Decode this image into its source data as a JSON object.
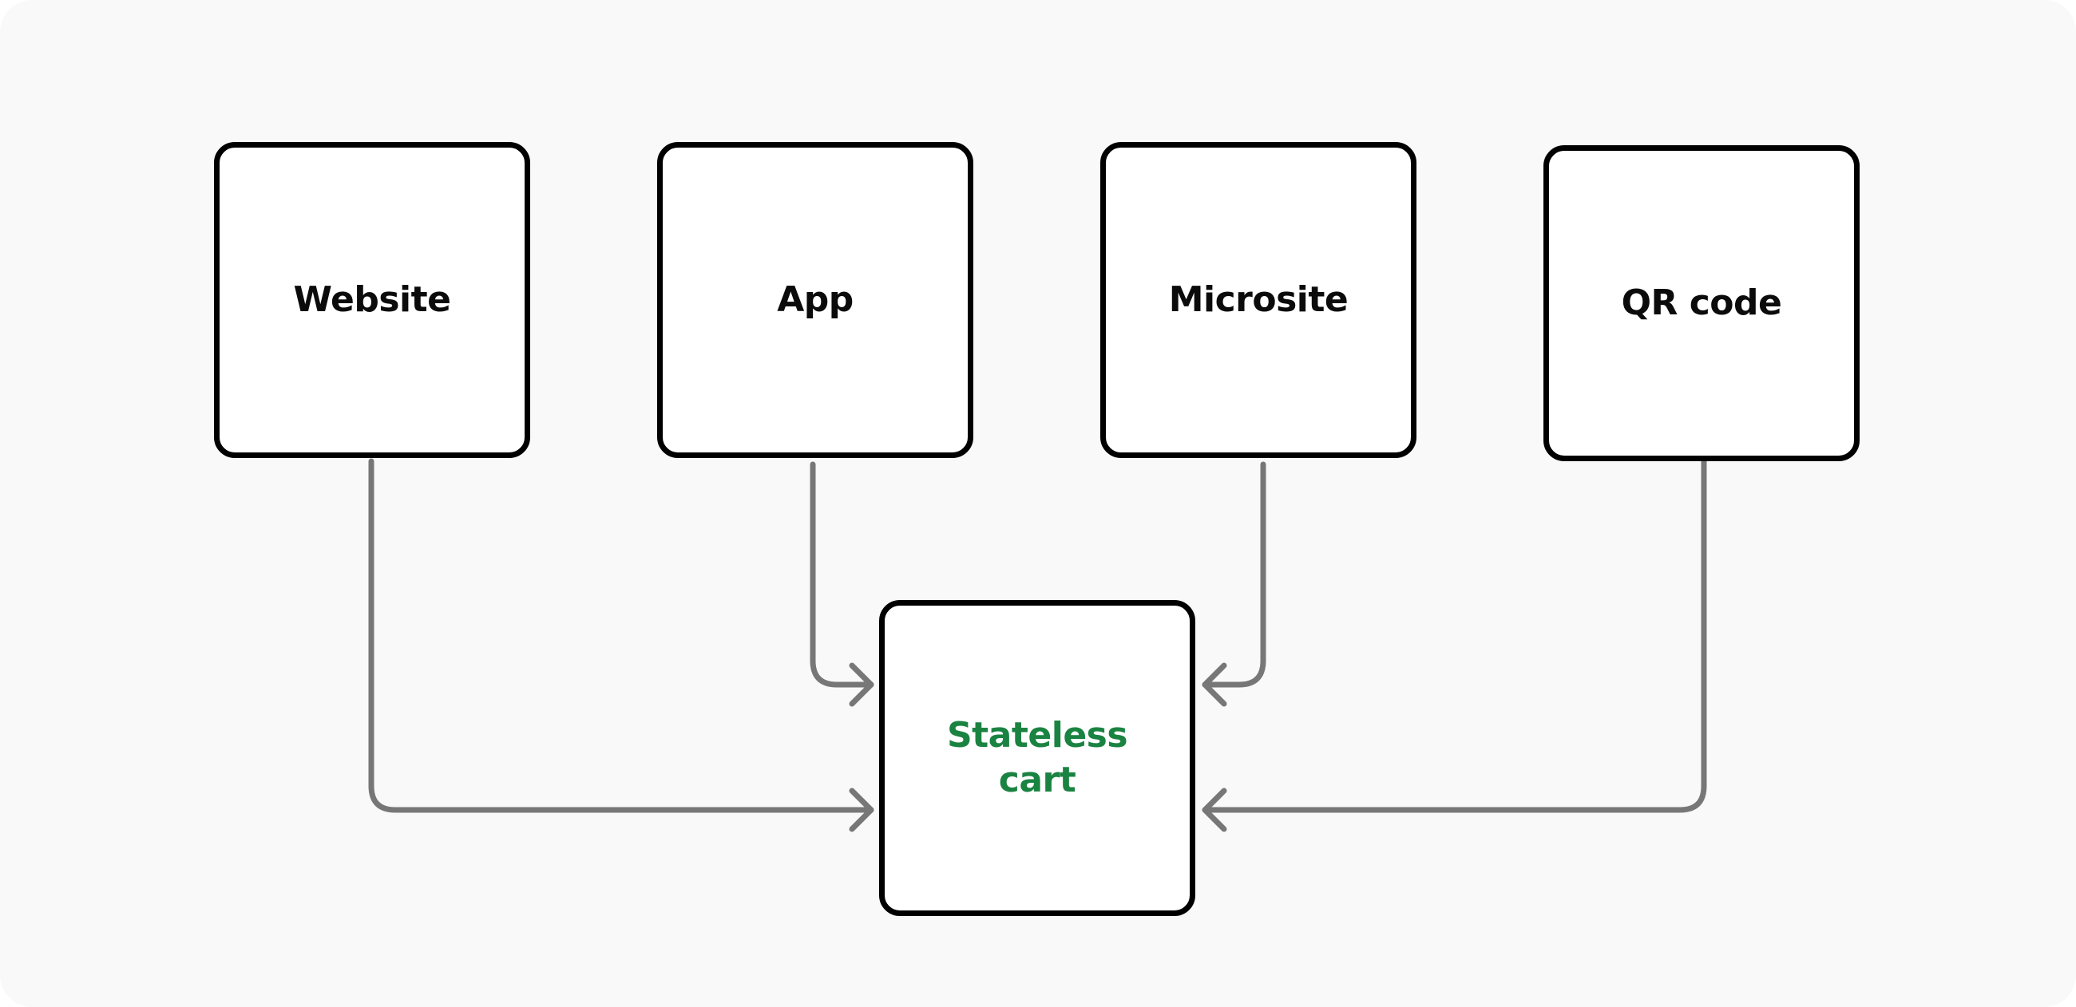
{
  "diagram": {
    "sources": [
      {
        "id": "website",
        "label": "Website"
      },
      {
        "id": "app",
        "label": "App"
      },
      {
        "id": "microsite",
        "label": "Microsite"
      },
      {
        "id": "qr",
        "label": "QR code"
      }
    ],
    "target": {
      "id": "cart",
      "label": "Stateless\ncart"
    },
    "edges": [
      {
        "from": "website",
        "to": "cart"
      },
      {
        "from": "app",
        "to": "cart"
      },
      {
        "from": "microsite",
        "to": "cart"
      },
      {
        "from": "qr",
        "to": "cart"
      }
    ]
  },
  "colors": {
    "background": "#f9f9f9",
    "node_border": "#000000",
    "node_fill": "#ffffff",
    "connector": "#777777",
    "target_text": "#1a8341"
  }
}
